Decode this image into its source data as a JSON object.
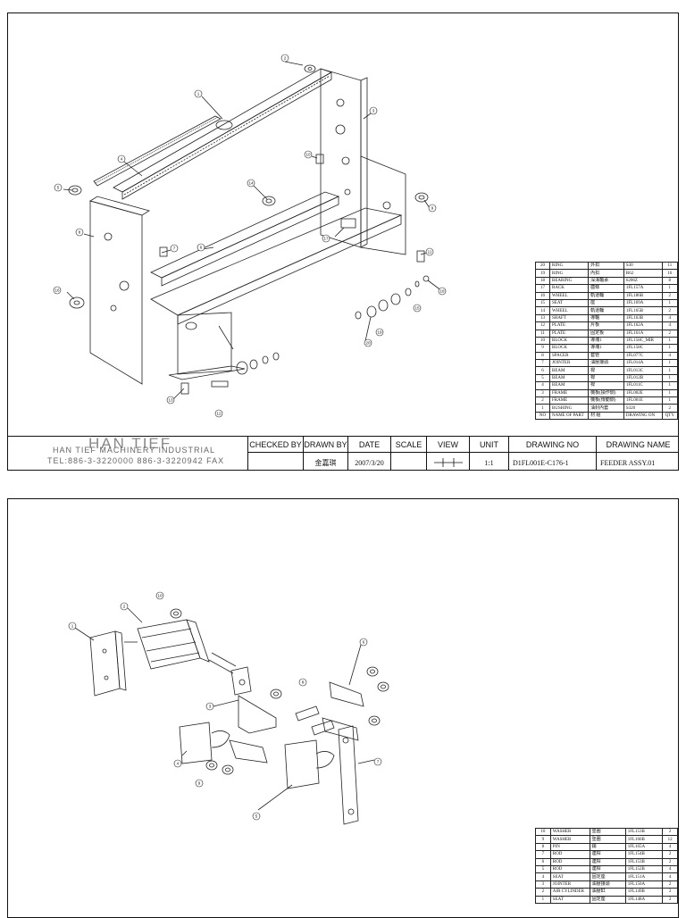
{
  "sheet1": {
    "balloons": [
      "1",
      "2",
      "3",
      "4",
      "5",
      "6",
      "7",
      "8",
      "9",
      "10",
      "11",
      "12",
      "13",
      "14",
      "15",
      "16",
      "17",
      "18",
      "19",
      "20"
    ],
    "parts": [
      {
        "no": "20",
        "name": "RING",
        "cn": "外扣",
        "dwg": "S30",
        "qty": "11"
      },
      {
        "no": "19",
        "name": "RING",
        "cn": "內扣",
        "dwg": "R62",
        "qty": "16"
      },
      {
        "no": "18",
        "name": "BEARING",
        "cn": "深溝軸承",
        "dwg": "6206Z",
        "qty": "8"
      },
      {
        "no": "17",
        "name": "RACK",
        "cn": "齒條",
        "dwg": "1FL157A",
        "qty": "1"
      },
      {
        "no": "16",
        "name": "WHEEL",
        "cn": "軌道輪",
        "dwg": "1FL186B",
        "qty": "2"
      },
      {
        "no": "15",
        "name": "SEAT",
        "cn": "座",
        "dwg": "1FL169A",
        "qty": "1"
      },
      {
        "no": "14",
        "name": "WHEEL",
        "cn": "軌道輪",
        "dwg": "1FL165B",
        "qty": "2"
      },
      {
        "no": "13",
        "name": "SHAFT",
        "cn": "導軸",
        "dwg": "1FL163B",
        "qty": "4"
      },
      {
        "no": "12",
        "name": "PLATE",
        "cn": "片板",
        "dwg": "1FL162A",
        "qty": "4"
      },
      {
        "no": "11",
        "name": "PLATE",
        "cn": "固定板",
        "dwg": "1FL161A",
        "qty": "2"
      },
      {
        "no": "10",
        "name": "BLOCK",
        "cn": "導塊1",
        "dwg": "1FL158C_MIR",
        "qty": "1"
      },
      {
        "no": "9",
        "name": "BLOCK",
        "cn": "導塊1",
        "dwg": "1FL158C",
        "qty": "1"
      },
      {
        "no": "8",
        "name": "SPACER",
        "cn": "套管",
        "dwg": "1FL077C",
        "qty": "4"
      },
      {
        "no": "7",
        "name": "JOINTER",
        "cn": "油壓接頭",
        "dwg": "1FL014A",
        "qty": "1"
      },
      {
        "no": "6",
        "name": "BEAM",
        "cn": "樑",
        "dwg": "1FL013C",
        "qty": "1"
      },
      {
        "no": "5",
        "name": "BEAM",
        "cn": "樑",
        "dwg": "1FL012B",
        "qty": "1"
      },
      {
        "no": "4",
        "name": "BEAM",
        "cn": "樑",
        "dwg": "1FL011C",
        "qty": "1"
      },
      {
        "no": "3",
        "name": "FRAME",
        "cn": "機板(操作側)",
        "dwg": "1FL002E",
        "qty": "1"
      },
      {
        "no": "2",
        "name": "FRAME",
        "cn": "機板(傳動側)",
        "dwg": "1FL001E",
        "qty": "1"
      },
      {
        "no": "1",
        "name": "BUSHING",
        "cn": "油封內套",
        "dwg": "S320",
        "qty": "2"
      }
    ],
    "parts_header": {
      "no": "NO",
      "name": "NAME OF PART",
      "cn": "材 組",
      "dwg": "DRAWING ON",
      "qty": "QTY"
    },
    "titleblock": {
      "company_big": "HAN TIEF",
      "company_line1": "HAN TIEF MACHINERY INDUSTRIAL",
      "company_line2": "TEL:886-3-3220000  886-3-3220942 FAX",
      "checked_by_label": "CHECKED BY",
      "drawn_by_label": "DRAWN BY",
      "date_label": "DATE",
      "scale_label": "SCALE",
      "view_label": "VIEW",
      "unit_label": "UNIT",
      "drawing_no_label": "DRAWING NO",
      "drawing_name_label": "DRAWING NAME",
      "checked_by": "",
      "drawn_by": "金嘉琪",
      "date": "2007/3/20",
      "scale": "",
      "unit": "1:1",
      "drawing_no": "D1FL001E-C176-1",
      "drawing_name": "FEEDER ASSY.01"
    }
  },
  "sheet2": {
    "balloons": [
      "1",
      "2",
      "3",
      "4",
      "5",
      "6",
      "7",
      "8",
      "9",
      "10"
    ],
    "parts": [
      {
        "no": "10",
        "name": "WASHER",
        "cn": "墊圈",
        "dwg": "1FL153B",
        "qty": "2"
      },
      {
        "no": "9",
        "name": "WASHER",
        "cn": "墊圈",
        "dwg": "1FL166B",
        "qty": "12"
      },
      {
        "no": "8",
        "name": "PIN",
        "cn": "銷",
        "dwg": "1FL165A",
        "qty": "4"
      },
      {
        "no": "7",
        "name": "ROD",
        "cn": "連桿",
        "dwg": "1FL154B",
        "qty": "2"
      },
      {
        "no": "6",
        "name": "ROD",
        "cn": "連桿",
        "dwg": "1FL153B",
        "qty": "2"
      },
      {
        "no": "5",
        "name": "ROD",
        "cn": "連桿",
        "dwg": "1FL152B",
        "qty": "4"
      },
      {
        "no": "4",
        "name": "SEAT",
        "cn": "固定座",
        "dwg": "1FL151A",
        "qty": "4"
      },
      {
        "no": "3",
        "name": "JOINTER",
        "cn": "油壓接頭",
        "dwg": "1FL150A",
        "qty": "2"
      },
      {
        "no": "2",
        "name": "AIR CYLINDER",
        "cn": "油壓缸",
        "dwg": "1FL149B",
        "qty": "2"
      },
      {
        "no": "1",
        "name": "SEAT",
        "cn": "固定座",
        "dwg": "1FL148A",
        "qty": "2"
      }
    ]
  }
}
